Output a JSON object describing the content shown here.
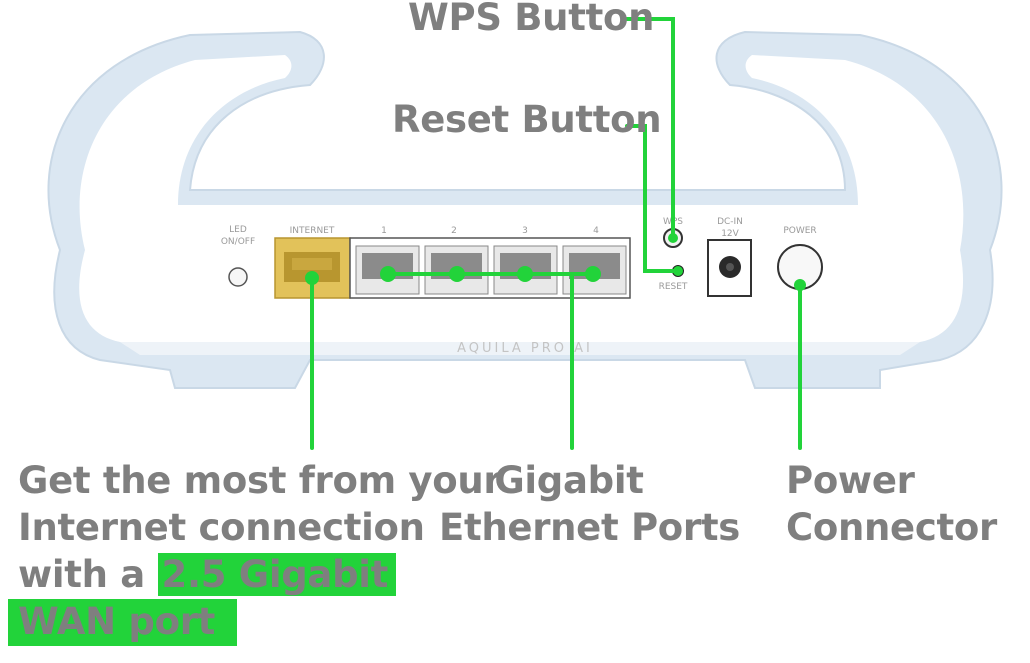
{
  "callouts": {
    "wps": "WPS Button",
    "reset": "Reset Button",
    "wan_line1": "Get the most from your",
    "wan_line2": "Internet connection",
    "wan_line3_prefix": "with a ",
    "wan_line3_highlight": "2.5 Gigabit",
    "wan_line4_highlight": "WAN port",
    "ethernet_line1": "Gigabit",
    "ethernet_line2": "Ethernet Ports",
    "power_line1": "Power",
    "power_line2": "Connector"
  },
  "device_labels": {
    "led": "LED",
    "led2": "ON/OFF",
    "internet": "INTERNET",
    "port1": "1",
    "port2": "2",
    "port3": "3",
    "port4": "4",
    "wps": "WPS",
    "reset": "RESET",
    "dcin": "DC-IN",
    "dcin2": "12V",
    "power": "POWER",
    "brand": "AQUILA PRO AI"
  },
  "colors": {
    "accent_green": "#22d33a",
    "text_gray": "#7f7f7f",
    "wan_port": "#d9b64a",
    "device_body": "#ffffff",
    "device_rim": "#dbe7f2"
  }
}
